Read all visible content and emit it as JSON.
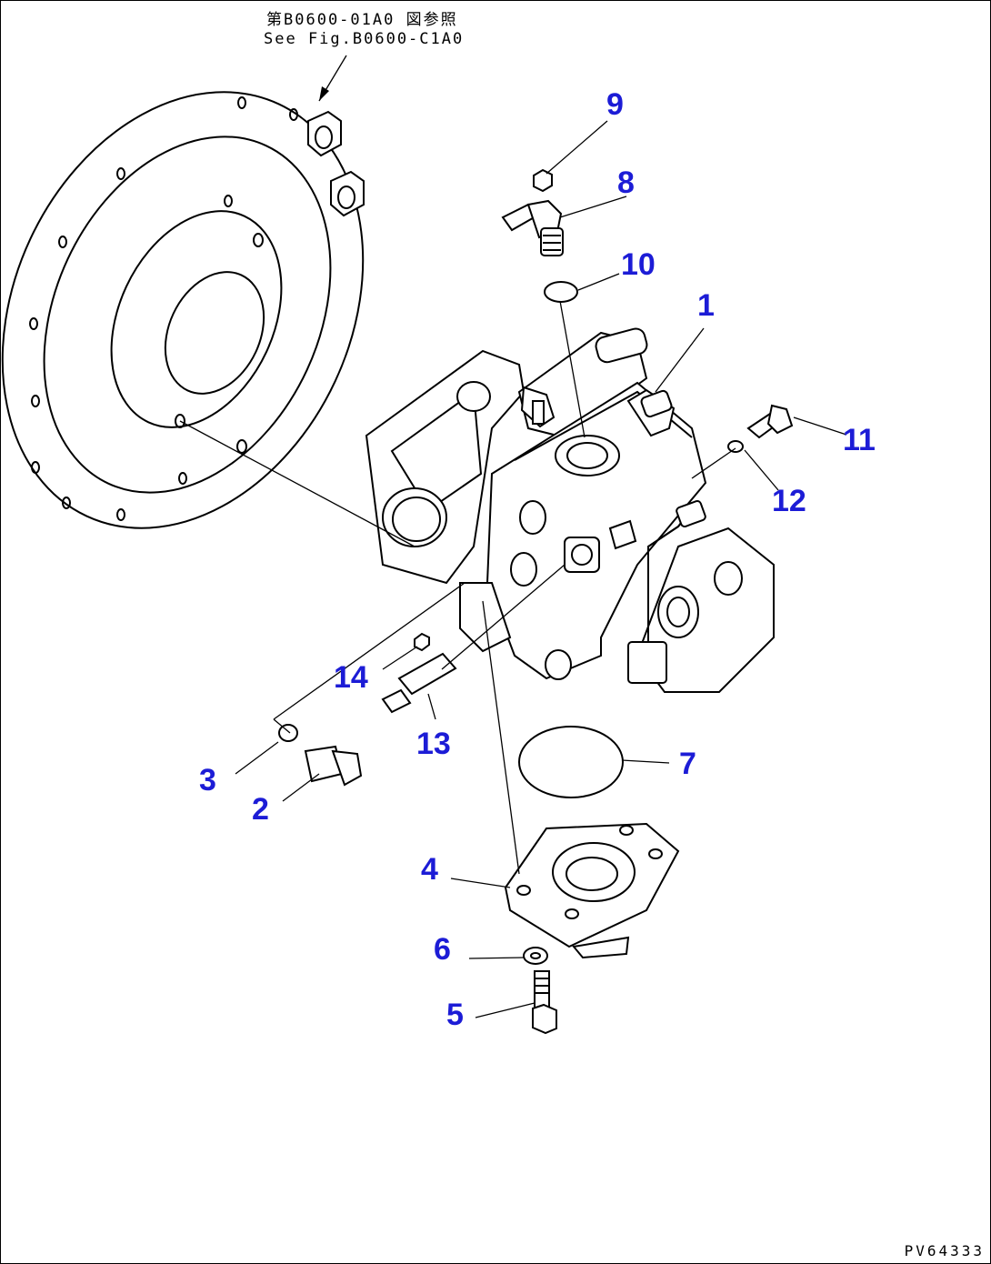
{
  "reference_note": {
    "japanese": "第B0600-01A0 図参照",
    "english": "See Fig.B0600-C1A0"
  },
  "callouts": [
    {
      "id": "1",
      "label": "1"
    },
    {
      "id": "2",
      "label": "2"
    },
    {
      "id": "3",
      "label": "3"
    },
    {
      "id": "4",
      "label": "4"
    },
    {
      "id": "5",
      "label": "5"
    },
    {
      "id": "6",
      "label": "6"
    },
    {
      "id": "7",
      "label": "7"
    },
    {
      "id": "8",
      "label": "8"
    },
    {
      "id": "9",
      "label": "9"
    },
    {
      "id": "10",
      "label": "10"
    },
    {
      "id": "11",
      "label": "11"
    },
    {
      "id": "12",
      "label": "12"
    },
    {
      "id": "13",
      "label": "13"
    },
    {
      "id": "14",
      "label": "14"
    }
  ],
  "drawing_code": "PV64333",
  "colors": {
    "callout": "#1c1cd6",
    "line": "#000000"
  }
}
